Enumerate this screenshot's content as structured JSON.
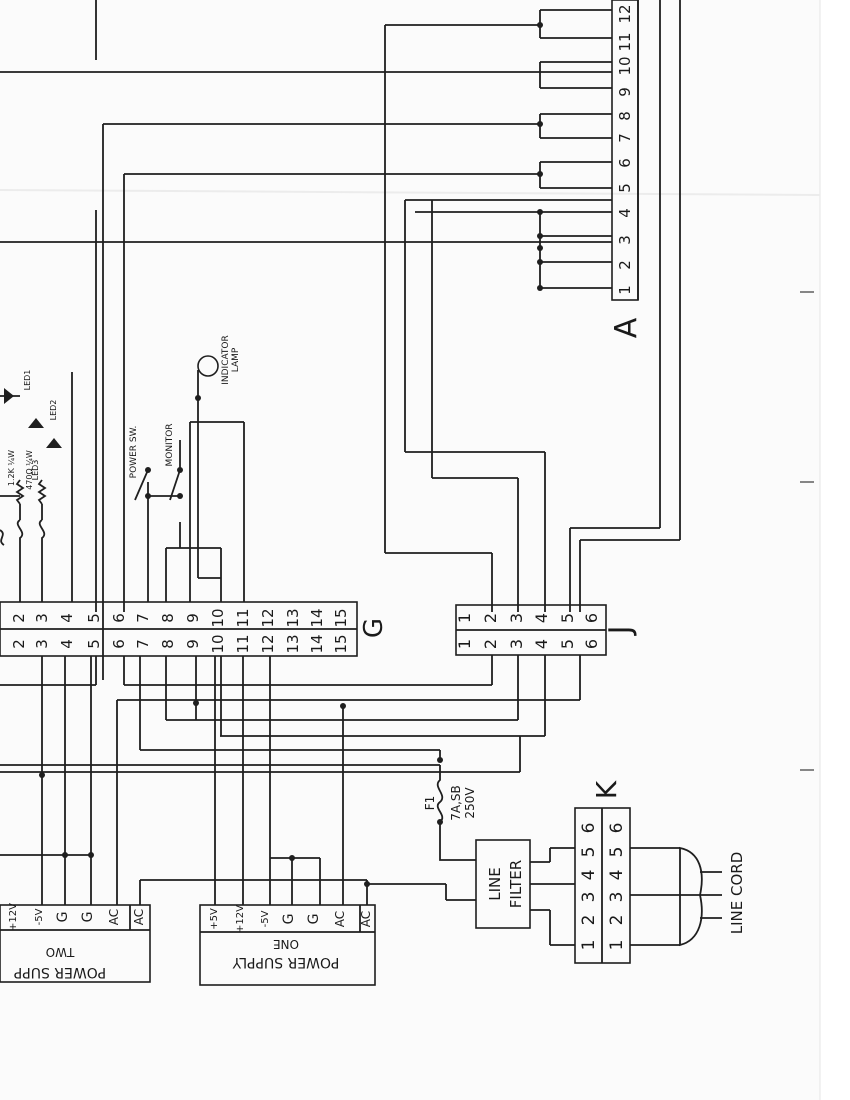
{
  "connectors": {
    "A": {
      "letter": "A",
      "pins": [
        "1",
        "2",
        "3",
        "4",
        "5",
        "6",
        "7",
        "8",
        "9",
        "10",
        "11",
        "12"
      ]
    },
    "G": {
      "letter": "G",
      "pins_left": [
        "2",
        "3",
        "4",
        "5",
        "6",
        "7",
        "8",
        "9",
        "10",
        "11",
        "12",
        "13",
        "14",
        "15"
      ],
      "pins_right": [
        "2",
        "3",
        "4",
        "5",
        "6",
        "7",
        "8",
        "9",
        "10",
        "11",
        "12",
        "13",
        "14",
        "15"
      ]
    },
    "J": {
      "letter": "J",
      "pins_left": [
        "1",
        "2",
        "3",
        "4",
        "5",
        "6"
      ],
      "pins_right": [
        "1",
        "2",
        "3",
        "4",
        "5",
        "6"
      ]
    },
    "K": {
      "letter": "K",
      "pins_left": [
        "1",
        "2",
        "3",
        "4",
        "5",
        "6"
      ],
      "pins_right": [
        "1",
        "2",
        "3",
        "4",
        "5",
        "6"
      ]
    }
  },
  "power_supply_one": {
    "label_top": "POWER SUPPLY",
    "label_bottom": "ONE",
    "terminals": [
      "+5V",
      "+12V",
      "-5V",
      "G",
      "G",
      "AC",
      "AC"
    ]
  },
  "power_supply_two": {
    "label_top": "POWER SUPP",
    "label_bottom": "TWO",
    "terminals": [
      "+12V",
      "-5V",
      "G",
      "G",
      "AC",
      "AC"
    ]
  },
  "line_filter": {
    "line1": "LINE",
    "line2": "FILTER"
  },
  "fuse": {
    "ref": "F1",
    "rating": "7A,SB",
    "voltage": "250V"
  },
  "line_cord": "LINE CORD",
  "switches": {
    "power": "POWER SW.",
    "monitor": "MONITOR"
  },
  "indicator_lamp": {
    "line1": "INDICATOR",
    "line2": "LAMP"
  },
  "leds": [
    "LED1",
    "LED2",
    "LED3"
  ],
  "resistors": [
    "1.2K ¼W",
    "470Ω ¼W"
  ]
}
